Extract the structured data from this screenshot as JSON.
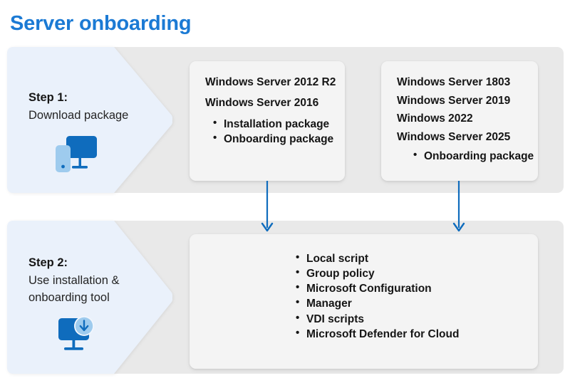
{
  "page": {
    "title": "Server onboarding",
    "title_color": "#1b7ad4",
    "band_color": "#e9e9e9",
    "chevron_color": "#eaf1fb",
    "card_color": "#f4f4f4",
    "arrow_color": "#0f6cbd"
  },
  "steps": [
    {
      "label": "Step 1:",
      "description": "Download package",
      "icon": "monitor-device-icon"
    },
    {
      "label": "Step 2:",
      "description_line_1": "Use installation &",
      "description_line_2": "onboarding tool",
      "icon": "monitor-download-icon"
    }
  ],
  "cards": {
    "legacy_os": {
      "headings": [
        "Windows Server 2012 R2",
        "Windows Server 2016"
      ],
      "bullets": [
        "Installation package",
        "Onboarding package"
      ]
    },
    "modern_os": {
      "headings": [
        "Windows Server 1803",
        "Windows Server 2019",
        "Windows 2022",
        "Windows Server 2025"
      ],
      "bullets": [
        "Onboarding package"
      ]
    },
    "tools": {
      "bullets": [
        "Local script",
        "Group policy",
        "Microsoft Configuration",
        "Manager",
        "VDI scripts",
        "Microsoft Defender for Cloud"
      ]
    }
  },
  "connectors": [
    {
      "name": "arrow-legacy-to-tools"
    },
    {
      "name": "arrow-modern-to-tools"
    }
  ]
}
